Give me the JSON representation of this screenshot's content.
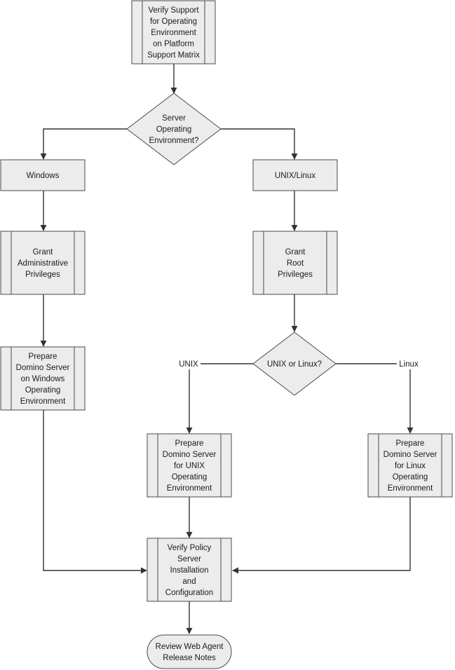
{
  "nodes": {
    "verify_support": [
      "Verify Support",
      "for Operating",
      "Environment",
      "on Platform",
      "Support Matrix"
    ],
    "server_env_decision": [
      "Server",
      "Operating",
      "Environment?"
    ],
    "windows": [
      "Windows"
    ],
    "unix_linux": [
      "UNIX/Linux"
    ],
    "grant_admin": [
      "Grant",
      "Administrative",
      "Privileges"
    ],
    "grant_root": [
      "Grant",
      "Root",
      "Privileges"
    ],
    "prepare_windows": [
      "Prepare",
      "Domino Server",
      "on Windows",
      "Operating",
      "Environment"
    ],
    "unix_or_linux_decision": [
      "UNIX or Linux?"
    ],
    "prepare_unix": [
      "Prepare",
      "Domino Server",
      "for UNIX",
      "Operating",
      "Environment"
    ],
    "prepare_linux": [
      "Prepare",
      "Domino Server",
      "for Linux",
      "Operating",
      "Environment"
    ],
    "verify_policy": [
      "Verify Policy",
      "Server",
      "Installation",
      "and",
      "Configuration"
    ],
    "review_notes": [
      "Review Web Agent",
      "Release Notes"
    ]
  },
  "edge_labels": {
    "unix": "UNIX",
    "linux": "Linux"
  },
  "colors": {
    "fill": "#ececec",
    "stroke": "#4a4a4a",
    "line": "#333333"
  }
}
